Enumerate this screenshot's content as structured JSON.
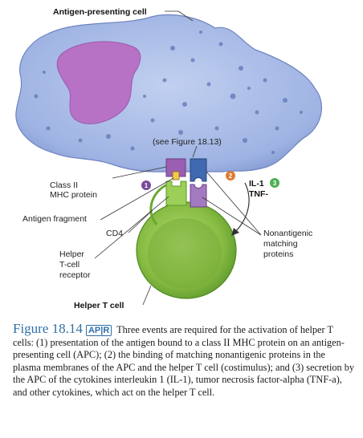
{
  "labels": {
    "apc": "Antigen-presenting cell",
    "see_figure": "(see Figure 18.13)",
    "class2_line1": "Class II",
    "class2_line2": "MHC protein",
    "antigen_fragment": "Antigen fragment",
    "cd4": "CD4",
    "helper_receptor_line1": "Helper",
    "helper_receptor_line2": "T-cell",
    "helper_receptor_line3": "receptor",
    "helper_t_cell": "Helper T cell",
    "il1": "IL-1",
    "tnf": "TNF-",
    "nonantigenic_line1": "Nonantigenic",
    "nonantigenic_line2": "matching",
    "nonantigenic_line3": "proteins"
  },
  "steps": {
    "one": "1",
    "two": "2",
    "three": "3"
  },
  "caption": {
    "figure_number": "Figure 18.14",
    "badge": "AP|R",
    "text": "Three events are required for the activation of helper T cells: (1) presentation of the antigen bound to a class II MHC protein on an antigen-presenting cell (APC); (2) the binding of matching nonantigenic proteins in the plasma membranes of the APC and the helper T cell (costimulus); and (3) secretion by the APC of the cytokines interleukin 1 (IL-1), tumor necrosis factor-alpha (TNF-a), and other cytokines, which act on the helper T cell."
  },
  "colors": {
    "apc_body": "#a9bce6",
    "nucleus": "#b070c0",
    "t_cell": "#8fc24a",
    "mhc": "#9a5fb0",
    "nonantigenic": "#3f69b0",
    "step1_circle": "#7a4a9a",
    "step2_circle": "#e07a30",
    "step3_circle": "#4caf50",
    "caption_accent": "#2f6fa8"
  }
}
